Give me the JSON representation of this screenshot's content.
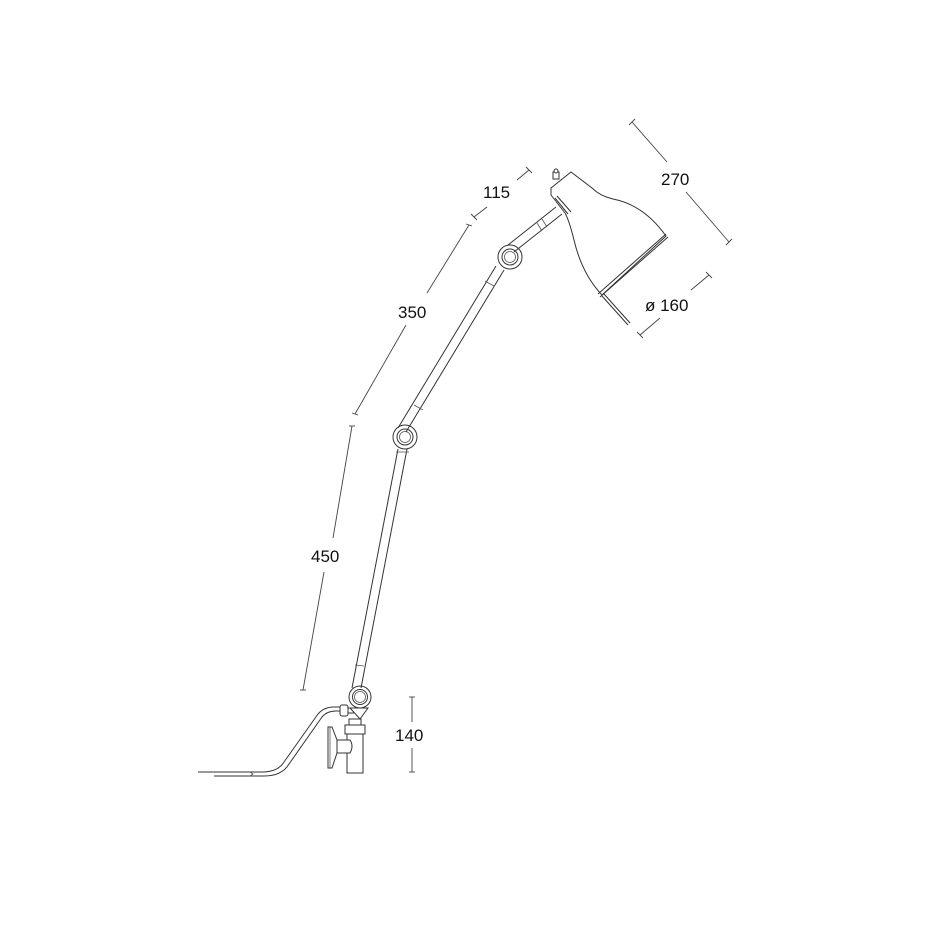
{
  "diagram": {
    "type": "technical-dimension-drawing",
    "subject": "articulated clamp-mounted lamp",
    "dimensions": {
      "shade_length": "270",
      "shade_diameter": "ø 160",
      "upper_short_arm": "115",
      "middle_arm": "350",
      "lower_arm": "450",
      "base_height": "140"
    },
    "colors": {
      "line": "#333333",
      "text": "#111111",
      "background": "#ffffff"
    }
  }
}
